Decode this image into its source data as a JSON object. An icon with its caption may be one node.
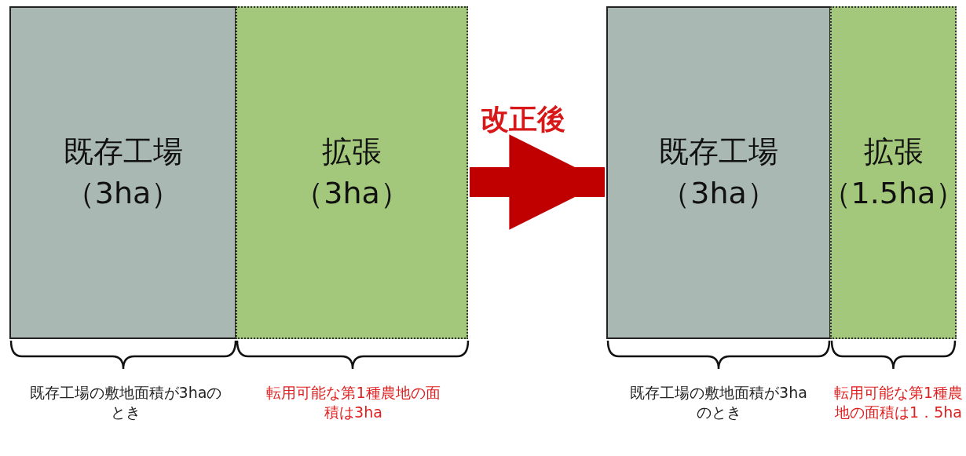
{
  "diagram": {
    "nodes": [
      {
        "text": [
          "既存工場",
          "（3ha）"
        ]
      },
      {
        "text": [
          "拡張",
          "（3ha）"
        ]
      },
      {
        "text": [
          "既存工場",
          "（3ha）"
        ]
      },
      {
        "text": [
          "拡張",
          "（1.5ha）"
        ]
      }
    ],
    "edges": [
      {
        "from": 1,
        "to": 2,
        "arrow": "to",
        "label": "改正後"
      }
    ],
    "labels": [
      "既存工場の敷地面積が3haのとき",
      "転用可能な第1種農地の面積は3ha",
      "既存工場の敷地面積が3haのとき",
      "転用可能な第1種農地の面積は1．5ha"
    ]
  }
}
